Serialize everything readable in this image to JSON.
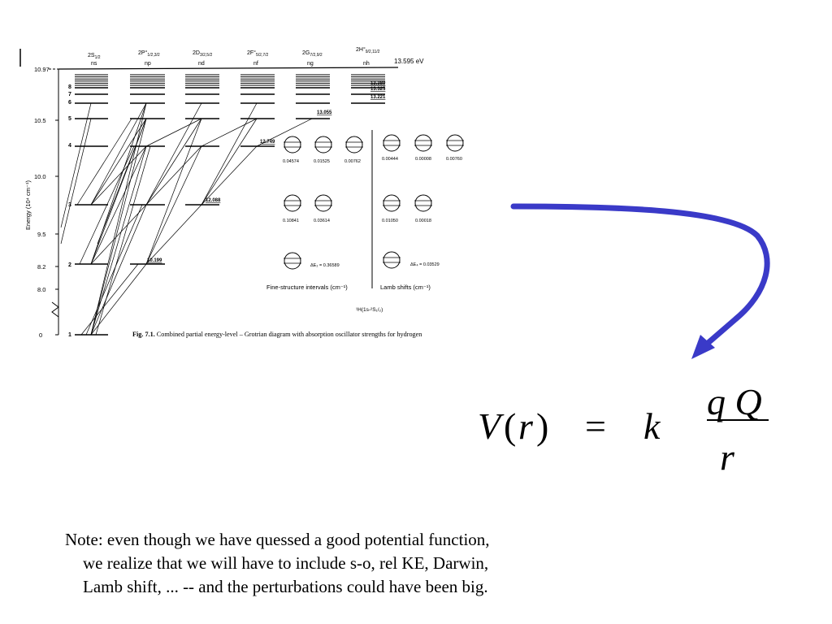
{
  "figure": {
    "columns": [
      {
        "term_base": "2",
        "term_sub": "S",
        "term_rest": "1/2",
        "label": "ns"
      },
      {
        "term_base": "2",
        "term_sub": "P°",
        "term_rest": "1/2,3/2",
        "label": "np"
      },
      {
        "term_base": "2",
        "term_sub": "D",
        "term_rest": "3/2,5/2",
        "label": "nd"
      },
      {
        "term_base": "2",
        "term_sub": "F°",
        "term_rest": "5/2,7/2",
        "label": "nf"
      },
      {
        "term_base": "2",
        "term_sub": "G",
        "term_rest": "7/2,9/2",
        "label": "ng"
      },
      {
        "term_base": "2",
        "term_sub": "H°",
        "term_rest": "9/2,11/2",
        "label": "nh"
      }
    ],
    "ionization": "13.595  eV",
    "y_axis_label": "Energy (10⁴ cm⁻¹)",
    "y_ticks": [
      "10.97",
      "10.5",
      "10.0",
      "9.5",
      "8.2",
      "8.0",
      "0"
    ],
    "level_numbers": [
      "1",
      "2",
      "3",
      "4",
      "5",
      "6",
      "7",
      "8"
    ],
    "energy_labels": [
      "13.055",
      "12.749",
      "12.088",
      "10.199",
      "13.221",
      "13.325",
      "13.389"
    ],
    "fine_structure_values": [
      "0.04574",
      "0.01525",
      "0.00762",
      "0.10841",
      "0.03614"
    ],
    "fine_structure_bottom": "ΔE₂ = 0.36589",
    "lamb_values": [
      "0.00444",
      "0.00008",
      "0.00760",
      "0.01050",
      "0.00018"
    ],
    "lamb_bottom": "ΔE₄ = 0.03529",
    "fine_caption": "Fine-structure intervals (cm⁻¹)",
    "lamb_caption": "Lamb shifts (cm⁻¹)",
    "ground_note": "¹H(1s-²S₁/₂)",
    "caption_bold": "Fig. 7.1.",
    "caption_text": " Combined partial energy-level – Grotrian diagram with absorption oscillator strengths for hydrogen"
  },
  "formula": {
    "lhs_V": "V",
    "lhs_open": "(",
    "lhs_r": "r",
    "lhs_close": ")",
    "equals": "=",
    "k": "k",
    "numerator": "q Q",
    "denominator": "r"
  },
  "note": {
    "line1": "Note:  even though we have quessed a good potential function,",
    "line2": "we realize that we will have to include s-o, rel KE, Darwin,",
    "line3": "Lamb shift, ...   -- and the perturbations could have been big."
  },
  "colors": {
    "arrow": "#3a3ac8",
    "ink": "#000000"
  }
}
